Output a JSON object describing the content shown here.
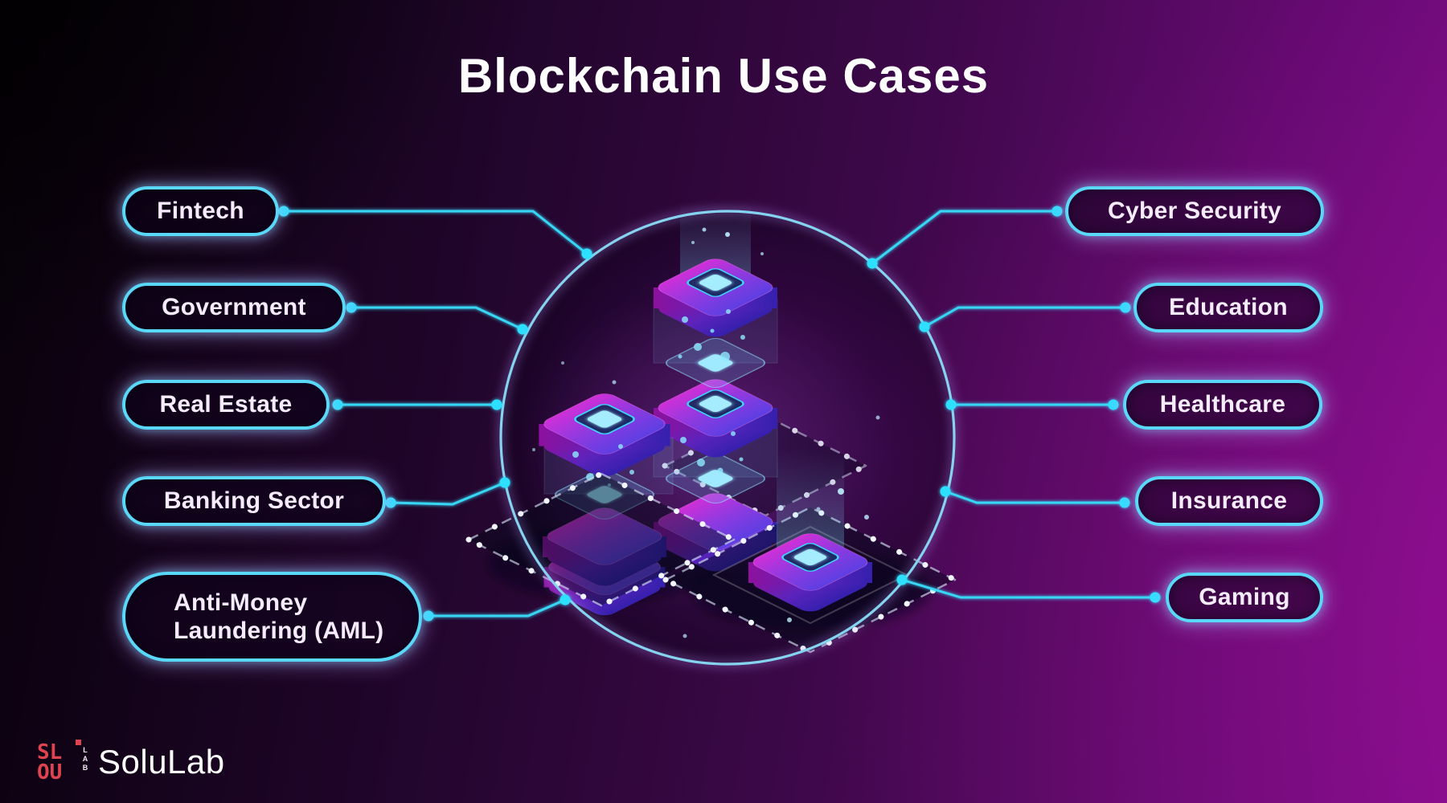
{
  "title": "Blockchain Use Cases",
  "left_labels": [
    "Fintech",
    "Government",
    "Real Estate",
    "Banking Sector",
    "Anti-Money Laundering (AML)"
  ],
  "right_labels": [
    "Cyber Security",
    "Education",
    "Healthcare",
    "Insurance",
    "Gaming"
  ],
  "logo": {
    "text": "SoluLab",
    "icon_row1": "SL",
    "icon_row2": "OU",
    "icon_vertical": "LAB"
  },
  "illustration": {
    "name": "isometric-blockchain-stack-in-circle",
    "elements": [
      "glowing blockchain cubes",
      "translucent glass links with particles",
      "dashed isometric network paths with node dots",
      "light beams",
      "circle boundary with connector nodes"
    ]
  },
  "colors": {
    "accent_cyan": "#38d6f5",
    "circle_stroke": "#85d3ef",
    "pill_border": "#5ad8f7",
    "pill_text": "#f4ecfa",
    "background_darkest": "#070109",
    "background_magenta": "#7e0c88",
    "slab_top_magenta": "#cf2fd8",
    "slab_top_indigo": "#5d3fe2",
    "chip_glow": "#a5ecff",
    "dash_white": "#eef5ff",
    "logo_red": "#dd4350"
  }
}
